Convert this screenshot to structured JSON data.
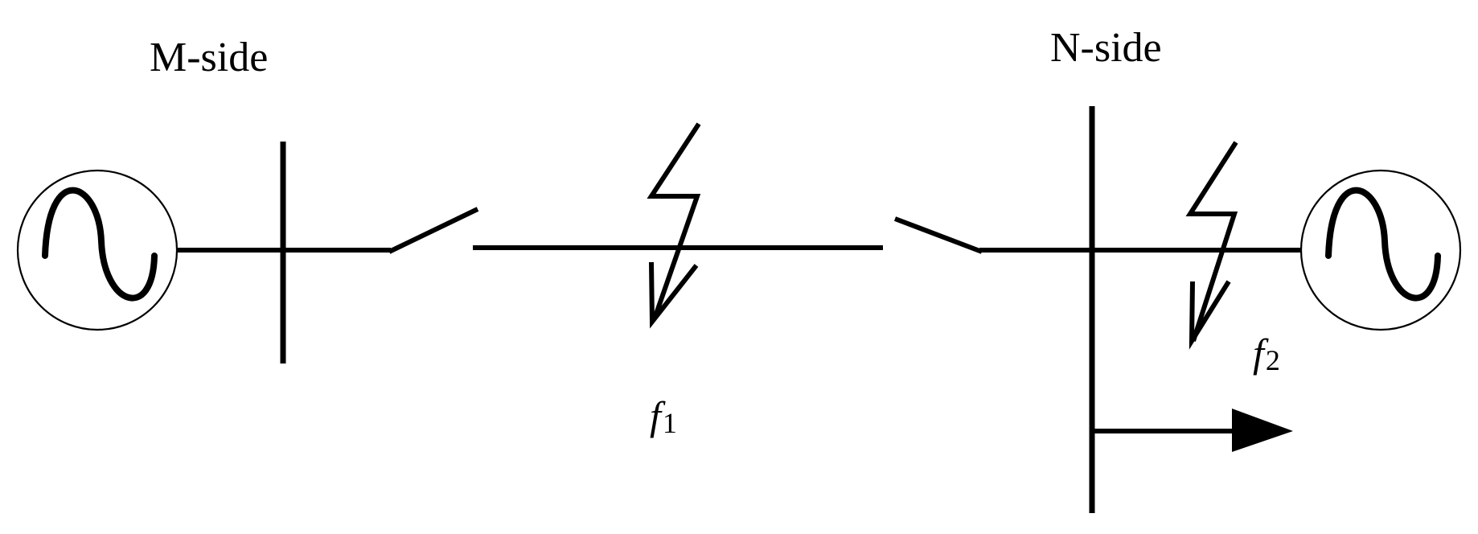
{
  "diagram": {
    "m_side_label": "M-side",
    "n_side_label": "N-side",
    "fault_1": {
      "symbol": "f",
      "subscript": "1"
    },
    "fault_2": {
      "symbol": "f",
      "subscript": "2"
    }
  },
  "icons": {
    "generator_m": "ac-generator-icon",
    "generator_n": "ac-generator-icon",
    "breaker_m": "circuit-breaker-icon",
    "breaker_n": "circuit-breaker-icon",
    "fault_1": "lightning-fault-icon",
    "fault_2": "lightning-fault-icon",
    "load": "load-arrow-icon"
  },
  "colors": {
    "line": "#000000",
    "background": "#ffffff"
  }
}
